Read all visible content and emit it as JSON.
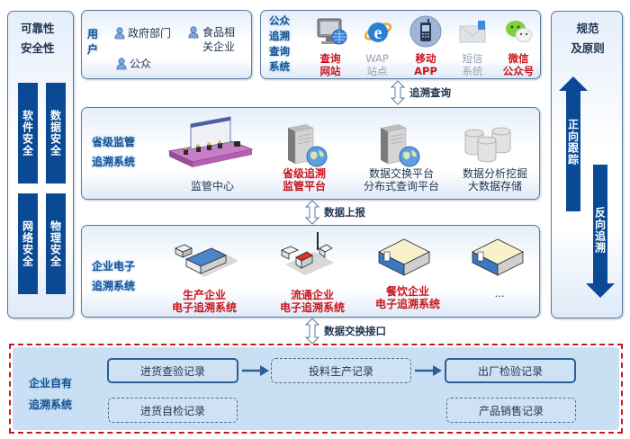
{
  "left_panel": {
    "title": "可靠性\n安全性",
    "bars": [
      "软件安全",
      "数据安全",
      "网络安全",
      "物理安全"
    ]
  },
  "users_panel": {
    "title": "用\n户",
    "items": [
      "政府部门",
      "食品相\n关企业",
      "公众"
    ]
  },
  "public_query_panel": {
    "title": "公众\n追溯\n查询\n系统",
    "items": [
      {
        "label": "查询\n网站",
        "icon": "monitor-globe-icon",
        "style": "red"
      },
      {
        "label": "WAP\n站点",
        "icon": "ie-browser-icon",
        "style": "grey"
      },
      {
        "label": "移动\nAPP",
        "icon": "mobile-phone-icon",
        "style": "red"
      },
      {
        "label": "短信\n系统",
        "icon": "envelope-icon",
        "style": "grey"
      },
      {
        "label": "微信\n公众号",
        "icon": "wechat-icon",
        "style": "red"
      }
    ]
  },
  "right_panel": {
    "title": "规范\n及原则",
    "up_arrow": "正向跟踪",
    "down_arrow": "反向追溯"
  },
  "connectors": {
    "query": "追溯查询",
    "report": "数据上报",
    "exchange": "数据交换接口"
  },
  "provincial_panel": {
    "title": "省级监管\n追溯系统",
    "items": [
      {
        "label": "监管中心",
        "icon": "monitoring-center-icon",
        "style": "dark"
      },
      {
        "label": "省级追溯\n监管平台",
        "icon": "server-globe-icon",
        "style": "red"
      },
      {
        "label": "数据交换平台\n分布式查询平台",
        "icon": "server-globe-icon",
        "style": "dark"
      },
      {
        "label": "数据分析挖掘\n大数据存储",
        "icon": "database-icon",
        "style": "dark"
      }
    ]
  },
  "enterprise_panel": {
    "title": "企业电子\n追溯系统",
    "items": [
      {
        "label": "生产企业\n电子追溯系统",
        "icon": "factory-icon",
        "style": "red"
      },
      {
        "label": "流通企业\n电子追溯系统",
        "icon": "warehouse-icon",
        "style": "red"
      },
      {
        "label": "餐饮企业\n电子追溯系统",
        "icon": "building-icon",
        "style": "red"
      },
      {
        "label": "...",
        "icon": "building-icon",
        "style": "dark"
      }
    ]
  },
  "own_system": {
    "title": "企业自有\n追溯系统",
    "records": {
      "incoming_check": "进货查验记录",
      "production": "投料生产记录",
      "outgoing_check": "出厂检验记录",
      "incoming_self": "进货自检记录",
      "sales": "产品销售记录"
    }
  },
  "colors": {
    "accent_blue": "#0a4a94",
    "highlight_red": "#c8161d",
    "panel_border": "#5b7da6"
  }
}
